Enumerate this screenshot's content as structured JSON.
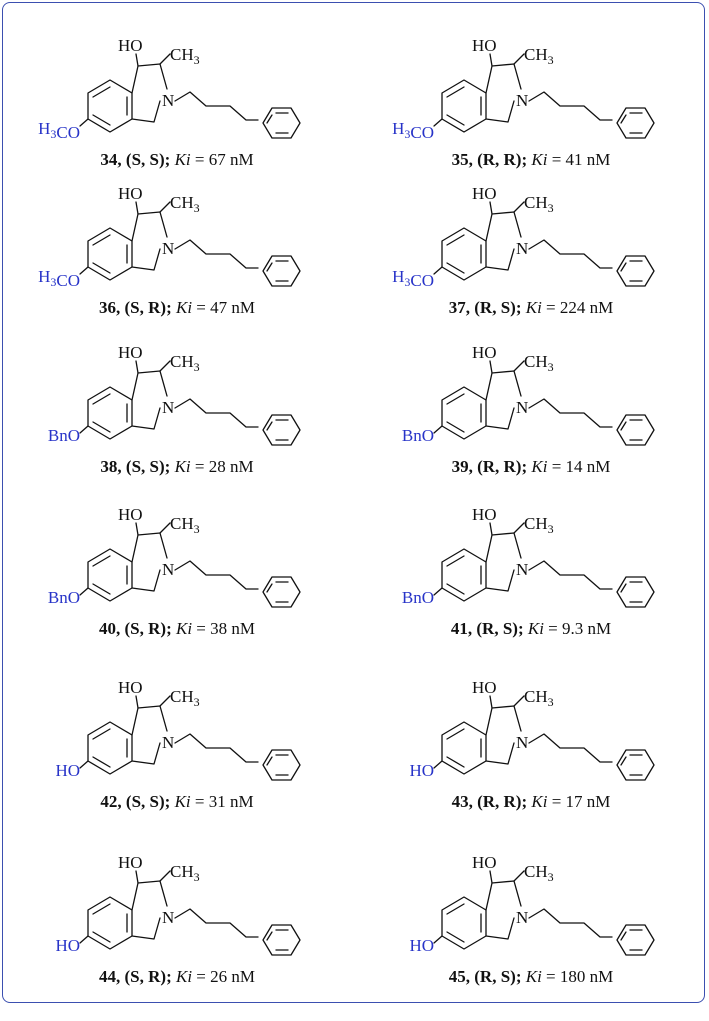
{
  "compounds": [
    {
      "number": "34",
      "config": "(S, S)",
      "ki_label": "Ki",
      "ki_value": "= 67 nM",
      "substituent": "H3CO",
      "hydroxyl": "HO",
      "methyl": "CH3",
      "nitrogen": "N"
    },
    {
      "number": "35",
      "config": "(R, R)",
      "ki_label": "Ki",
      "ki_value": "= 41 nM",
      "substituent": "H3CO",
      "hydroxyl": "HO",
      "methyl": "CH3",
      "nitrogen": "N"
    },
    {
      "number": "36",
      "config": "(S, R)",
      "ki_label": "Ki",
      "ki_value": "= 47 nM",
      "substituent": "H3CO",
      "hydroxyl": "HO",
      "methyl": "CH3",
      "nitrogen": "N"
    },
    {
      "number": "37",
      "config": "(R, S)",
      "ki_label": "Ki",
      "ki_value": "= 224 nM",
      "substituent": "H3CO",
      "hydroxyl": "HO",
      "methyl": "CH3",
      "nitrogen": "N"
    },
    {
      "number": "38",
      "config": "(S, S)",
      "ki_label": "Ki",
      "ki_value": "= 28 nM",
      "substituent": "BnO",
      "hydroxyl": "HO",
      "methyl": "CH3",
      "nitrogen": "N"
    },
    {
      "number": "39",
      "config": "(R, R)",
      "ki_label": "Ki",
      "ki_value": "= 14 nM",
      "substituent": "BnO",
      "hydroxyl": "HO",
      "methyl": "CH3",
      "nitrogen": "N"
    },
    {
      "number": "40",
      "config": "(S, R)",
      "ki_label": "Ki",
      "ki_value": "= 38 nM",
      "substituent": "BnO",
      "hydroxyl": "HO",
      "methyl": "CH3",
      "nitrogen": "N"
    },
    {
      "number": "41",
      "config": "(R, S)",
      "ki_label": "Ki",
      "ki_value": "= 9.3 nM",
      "substituent": "BnO",
      "hydroxyl": "HO",
      "methyl": "CH3",
      "nitrogen": "N"
    },
    {
      "number": "42",
      "config": "(S, S)",
      "ki_label": "Ki",
      "ki_value": "= 31 nM",
      "substituent": "HO",
      "hydroxyl": "HO",
      "methyl": "CH3",
      "nitrogen": "N"
    },
    {
      "number": "43",
      "config": "(R, R)",
      "ki_label": "Ki",
      "ki_value": "= 17 nM",
      "substituent": "HO",
      "hydroxyl": "HO",
      "methyl": "CH3",
      "nitrogen": "N"
    },
    {
      "number": "44",
      "config": "(S, R)",
      "ki_label": "Ki",
      "ki_value": "= 26 nM",
      "substituent": "HO",
      "hydroxyl": "HO",
      "methyl": "CH3",
      "nitrogen": "N"
    },
    {
      "number": "45",
      "config": "(R, S)",
      "ki_label": "Ki",
      "ki_value": "= 180 nM",
      "substituent": "HO",
      "hydroxyl": "HO",
      "methyl": "CH3",
      "nitrogen": "N"
    }
  ],
  "colors": {
    "substituent": "#2733c8",
    "frame": "#3b4fb0",
    "ink": "#111111"
  }
}
